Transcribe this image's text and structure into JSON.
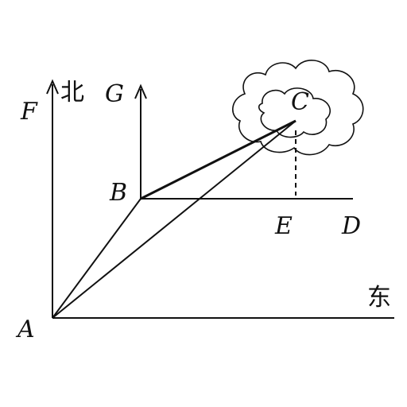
{
  "points": {
    "A": "A",
    "B": "B",
    "C": "C",
    "D": "D",
    "E": "E",
    "F": "F",
    "G": "G"
  },
  "directions": {
    "north": "北",
    "east": "东"
  }
}
